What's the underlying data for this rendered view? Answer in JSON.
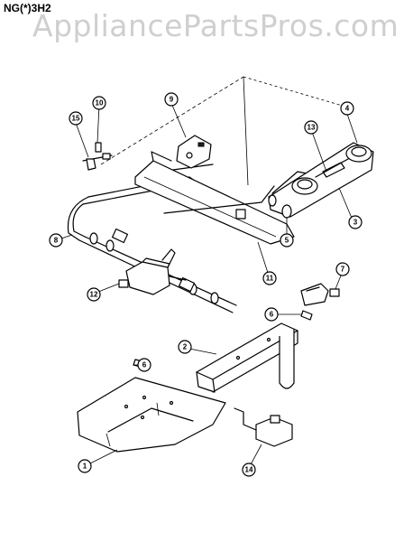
{
  "header": {
    "model_code": "NG(*)3H2",
    "watermark": "AppliancePartsPros.com"
  },
  "callouts": [
    {
      "id": "callout-1",
      "label": "1"
    },
    {
      "id": "callout-2",
      "label": "2"
    },
    {
      "id": "callout-3",
      "label": "3"
    },
    {
      "id": "callout-4",
      "label": "4"
    },
    {
      "id": "callout-5",
      "label": "5"
    },
    {
      "id": "callout-6a",
      "label": "6"
    },
    {
      "id": "callout-6b",
      "label": "6"
    },
    {
      "id": "callout-7",
      "label": "7"
    },
    {
      "id": "callout-8",
      "label": "8"
    },
    {
      "id": "callout-9",
      "label": "9"
    },
    {
      "id": "callout-10",
      "label": "10"
    },
    {
      "id": "callout-11",
      "label": "11"
    },
    {
      "id": "callout-12",
      "label": "12"
    },
    {
      "id": "callout-13",
      "label": "13"
    },
    {
      "id": "callout-14",
      "label": "14"
    },
    {
      "id": "callout-15",
      "label": "15"
    }
  ],
  "colors": {
    "line": "#000000",
    "watermark": "#cfcfcf",
    "background": "#ffffff"
  }
}
